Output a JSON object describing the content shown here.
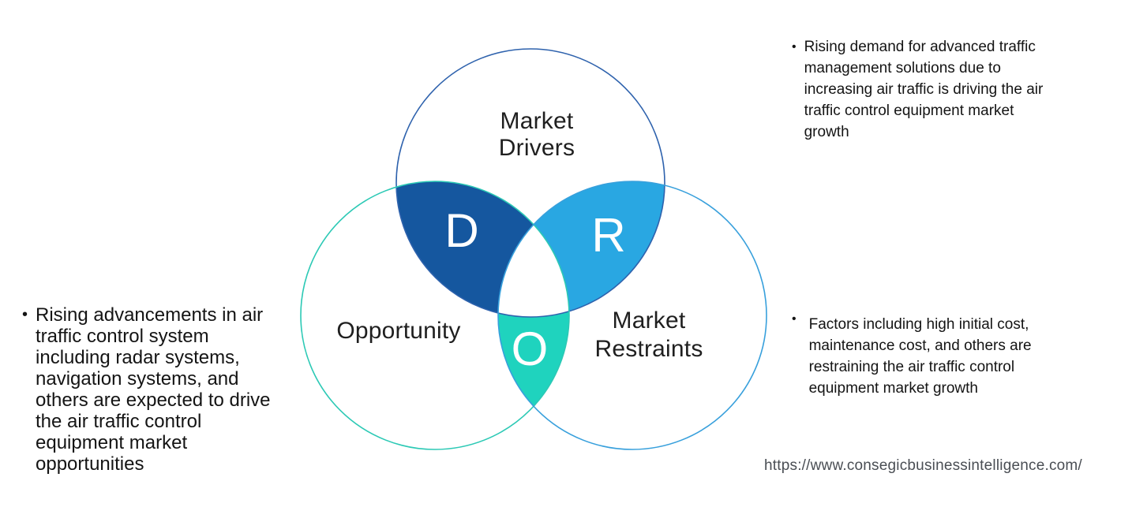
{
  "diagram": {
    "colors": {
      "drivers_lens_fill": "#15579F",
      "restraints_lens_fill": "#29A7E2",
      "opportunity_lens_fill": "#1FD3BE",
      "triple_overlap_fill": "#FFFFFF",
      "drivers_stroke": "#2E62AD",
      "opportunity_stroke": "#2CC9B5",
      "restraints_stroke": "#38A0DC"
    },
    "circles": {
      "drivers": {
        "label": "Market\nDrivers",
        "letter": "D"
      },
      "opportunity": {
        "label": "Opportunity",
        "letter": "O"
      },
      "restraints": {
        "label": "Market\nRestraints",
        "letter": "R"
      }
    }
  },
  "notes": {
    "left": {
      "bullet": "•",
      "text": "Rising advancements in air\ntraffic control system\nincluding radar systems,\nnavigation systems, and\nothers are expected to drive\nthe air traffic control\nequipment market\nopportunities"
    },
    "top_right": {
      "bullet": "•",
      "text": "Rising demand for advanced traffic\nmanagement solutions due to\nincreasing air traffic is driving the air\ntraffic control equipment market\ngrowth"
    },
    "bottom_right": {
      "bullet": "•",
      "text": "Factors including high initial cost,\nmaintenance cost, and others are\nrestraining the air traffic control\nequipment market growth"
    }
  },
  "footer": {
    "url": "https://www.consegicbusinessintelligence.com/"
  }
}
